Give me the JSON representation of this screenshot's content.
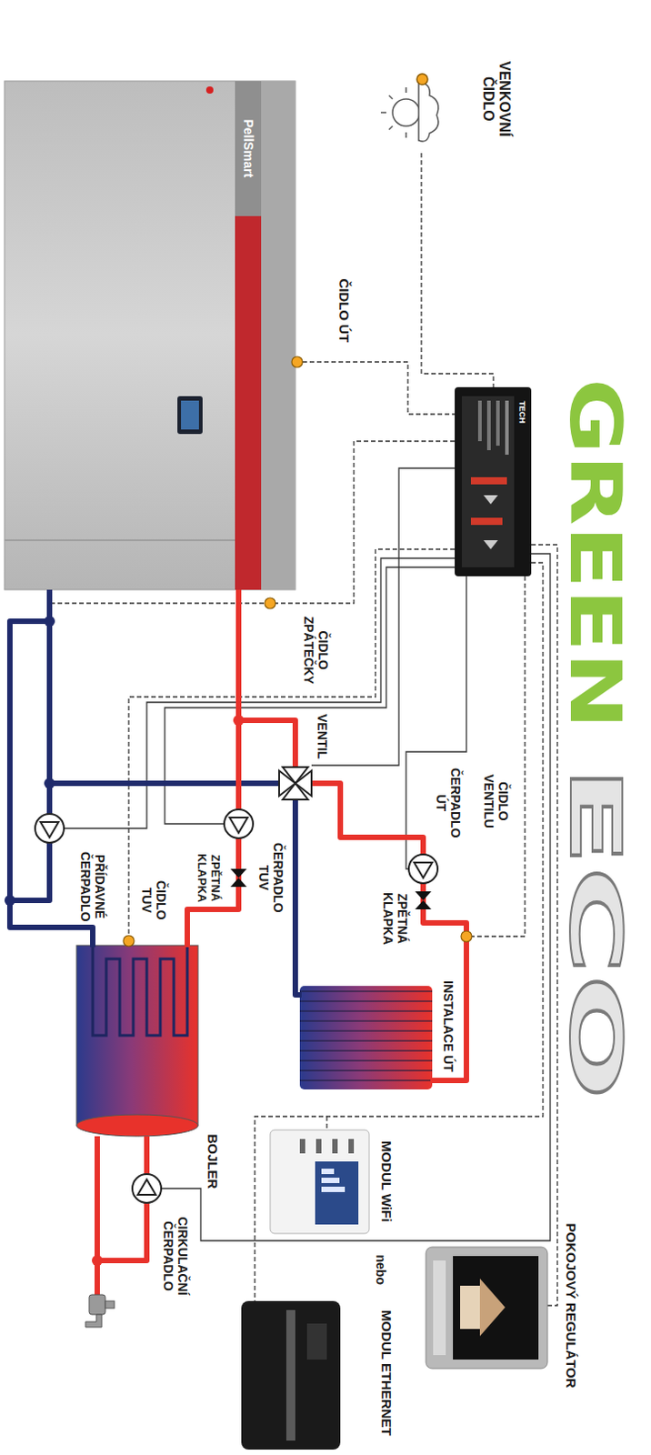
{
  "diagram": {
    "labels": [
      "GREEN",
      "ECO",
      "PellSmart",
      "TECH",
      "VENKOVNÍ ČIDLO",
      "ČIDLO ÚT",
      "ČIDLO ZPÁTEČKY",
      "PŘÍDAVNÉ ČERPADLO",
      "VENTIL",
      "ČERPADLO ÚT",
      "ČIDLO VENTILU",
      "ZPĚTNÁ KLAPKA",
      "INSTALACE ÚT",
      "ČERPADLO TUV",
      "ZPĚTNÁ KLAPKA",
      "ČIDLO TUV",
      "BOJLER",
      "CIRKULAČNÍ ČERPADLO",
      "MODUL WiFi",
      "nebo",
      "MODUL ETHERNET",
      "POKOJOVÝ REGULÁTOR"
    ]
  }
}
